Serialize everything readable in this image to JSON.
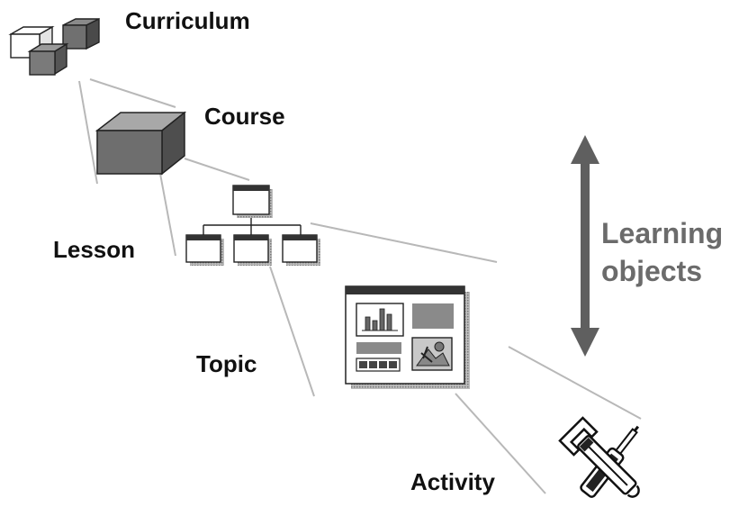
{
  "labels": {
    "curriculum": "Curriculum",
    "course": "Course",
    "lesson": "Lesson",
    "topic": "Topic",
    "activity": "Activity",
    "learning_line1": "Learning",
    "learning_line2": "objects"
  },
  "colors": {
    "text": "#111111",
    "learning_text": "#6b6b6b",
    "arrow": "#5f5f5f",
    "connector": "#b8b8b8",
    "box_dark": "#6e6e6e",
    "box_light": "#ffffff"
  },
  "icons": {
    "curriculum": "stacked-cubes-icon",
    "course": "cube-icon",
    "lesson": "hierarchy-windows-icon",
    "topic": "dashboard-window-icon",
    "activity": "wrench-screwdriver-icon"
  }
}
